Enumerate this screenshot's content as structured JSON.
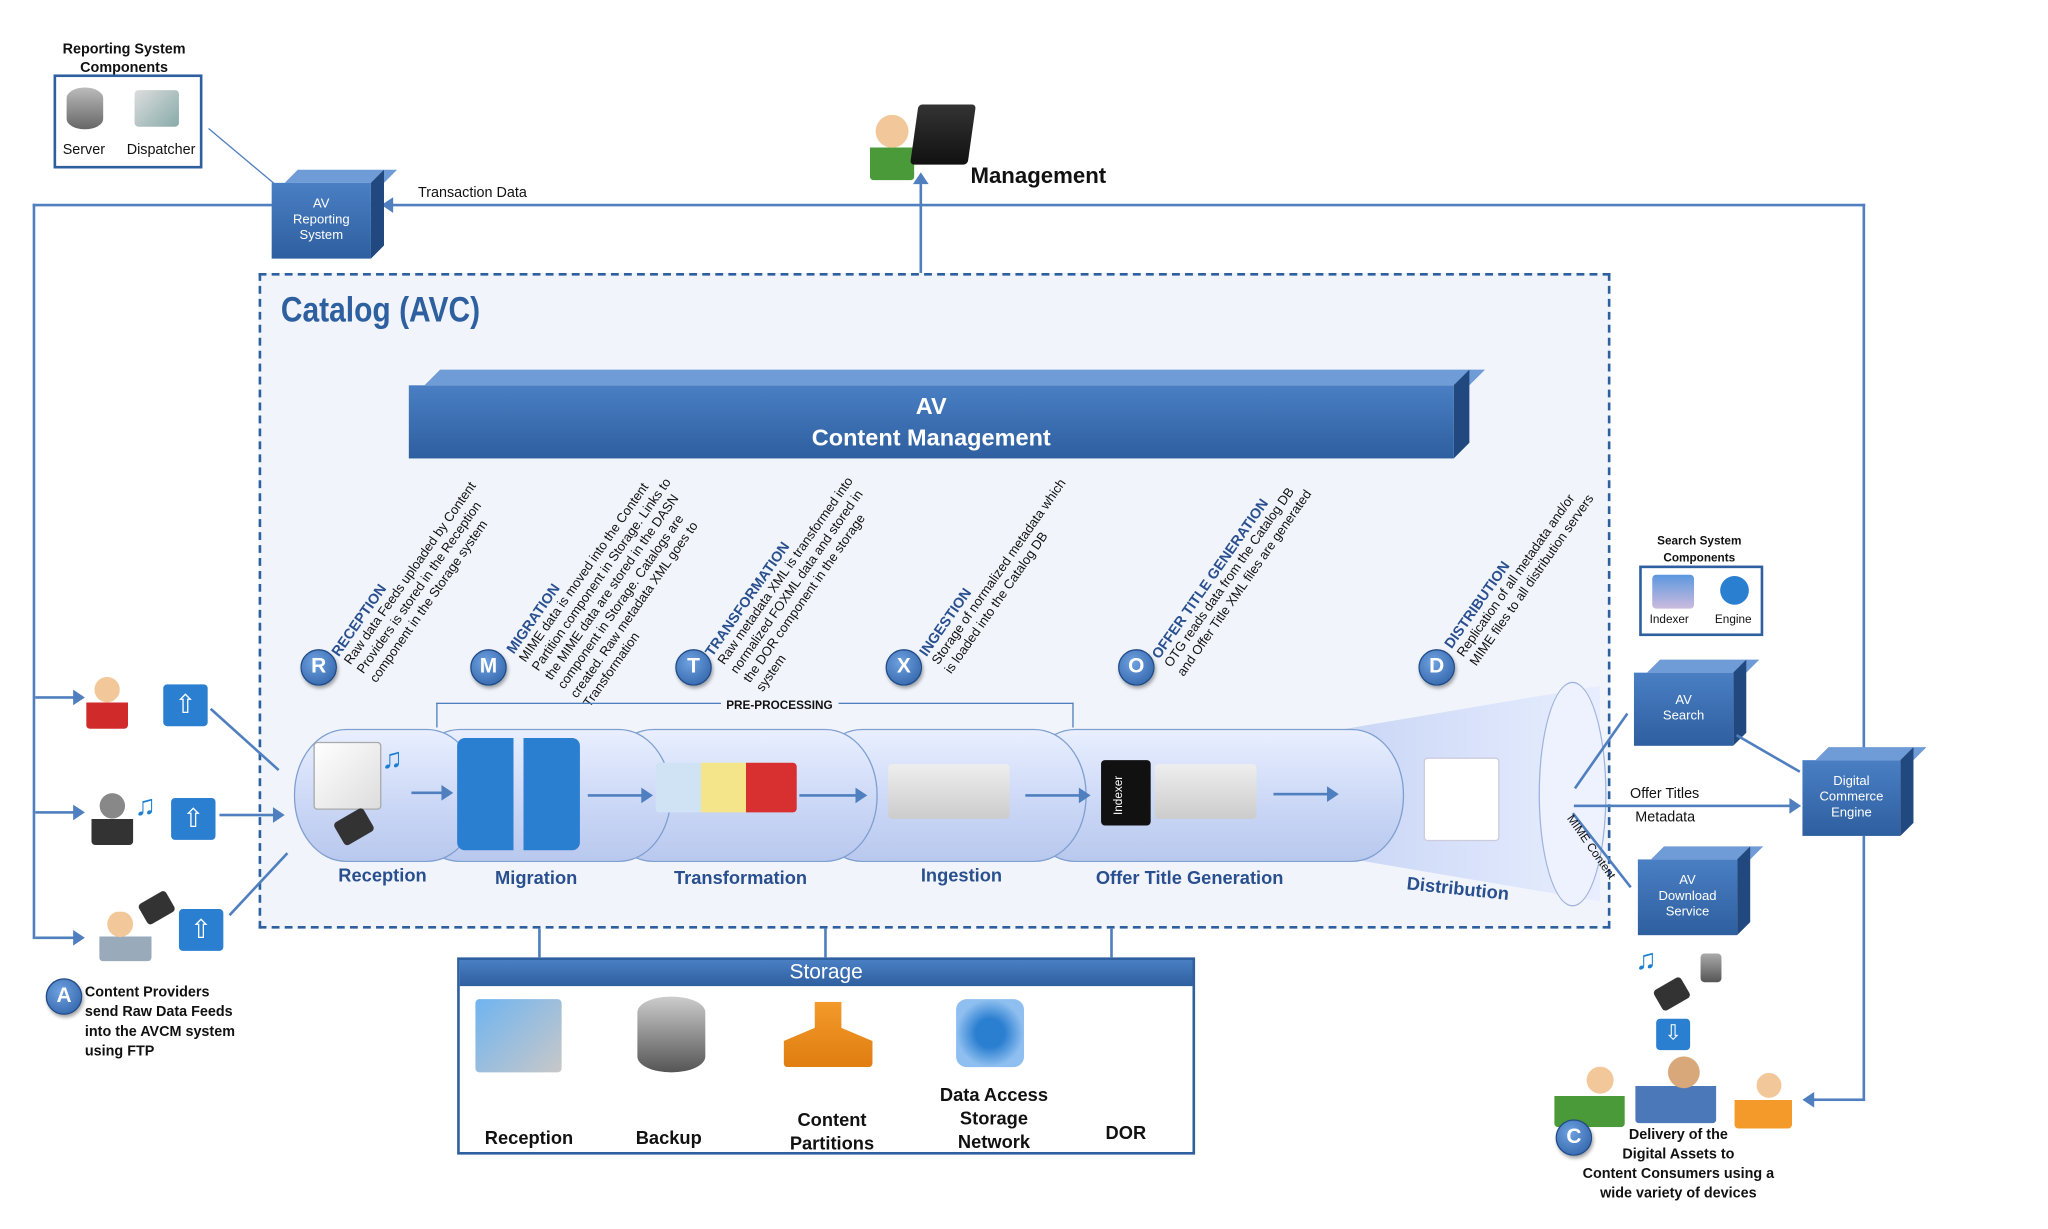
{
  "reporting_components": {
    "title_line1": "Reporting System",
    "title_line2": "Components",
    "server": "Server",
    "dispatcher": "Dispatcher"
  },
  "av_reporting": {
    "line1": "AV",
    "line2": "Reporting",
    "line3": "System"
  },
  "transaction_data": "Transaction Data",
  "management": "Management",
  "catalog_title": "Catalog (AVC)",
  "content_management": {
    "line1": "AV",
    "line2": "Content Management"
  },
  "steps": [
    {
      "badge": "R",
      "title": "RECEPTION",
      "lines": [
        "Raw data Feeds uploaded by Content",
        "Providers is stored in the Reception",
        "component in the Storage system"
      ],
      "stage": "Reception"
    },
    {
      "badge": "M",
      "title": "MIGRATION",
      "lines": [
        "MIME data is moved into the Content",
        "Partition component in Storage. Links to",
        "the MIME data are stored in the DASN",
        "component in Storage. Catalogs are",
        "created. Raw metadata XML goes to",
        "Transformation"
      ],
      "stage": "Migration"
    },
    {
      "badge": "T",
      "title": "TRANSFORMATION",
      "lines": [
        "Raw metadata XML is transformed into",
        "normalized FOXML data and stored in",
        "the DOR component in the storage",
        "system"
      ],
      "stage": "Transformation"
    },
    {
      "badge": "X",
      "title": "INGESTION",
      "lines": [
        "Storage of normalized metadata which",
        "is loaded into the Catalog DB"
      ],
      "stage": "Ingestion"
    },
    {
      "badge": "O",
      "title": "OFFER TITLE GENERATION",
      "lines": [
        "OTG reads data from the Catalog DB",
        "and Offer Title XML files are generated"
      ],
      "stage": "Offer Title Generation"
    },
    {
      "badge": "D",
      "title": "DISTRIBUTION",
      "lines": [
        "Replication of all metadata and/or",
        "MIME files to all distribution servers"
      ],
      "stage": "Distribution"
    }
  ],
  "pre_processing": "PRE-PROCESSING",
  "indexer_label": "Indexer",
  "providers": {
    "badge": "A",
    "lines": [
      "Content Providers",
      "send Raw Data Feeds",
      "into the AVCM system",
      "using FTP"
    ]
  },
  "storage": {
    "title": "Storage",
    "items": [
      [
        "Reception"
      ],
      [
        "Backup"
      ],
      [
        "Content",
        "Partitions"
      ],
      [
        "Data Access",
        "Storage",
        "Network"
      ],
      [
        "DOR"
      ]
    ]
  },
  "search_components": {
    "title_line1": "Search System",
    "title_line2": "Components",
    "indexer": "Indexer",
    "engine": "Engine"
  },
  "av_search": {
    "line1": "AV",
    "line2": "Search"
  },
  "commerce": {
    "line1": "Digital",
    "line2": "Commerce",
    "line3": "Engine"
  },
  "download": {
    "line1": "AV",
    "line2": "Download",
    "line3": "Service"
  },
  "offer_titles": "Offer Titles",
  "metadata": "Metadata",
  "mime_content": "MIME Content",
  "consumers": {
    "badge": "C",
    "lines": [
      "Delivery of the",
      "Digital Assets to",
      "Content Consumers using a",
      "wide variety of devices"
    ]
  },
  "colors": {
    "accent": "#2e5f9f",
    "line": "#4f7fbf",
    "title": "#2a4f8f"
  }
}
